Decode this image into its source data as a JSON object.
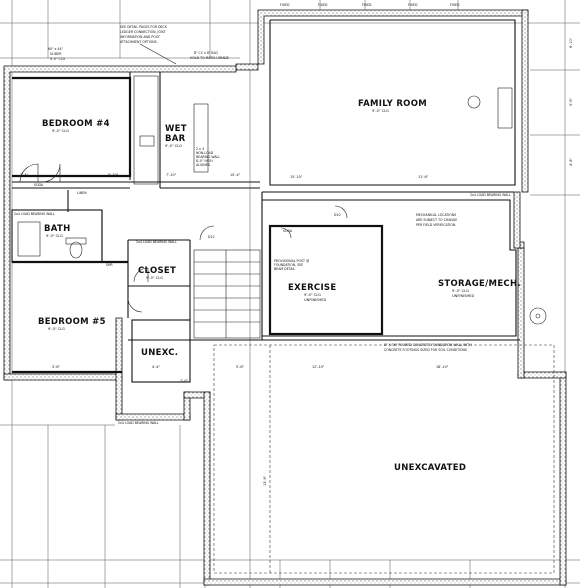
{
  "rooms": {
    "family_room": {
      "name": "FAMILY ROOM",
      "size": "9'-0\" CLG"
    },
    "bedroom4": {
      "name": "BEDROOM #4",
      "size": "9'-0\" CLG"
    },
    "wet_bar": {
      "name": "WET BAR",
      "size": "9'-0\" CLG"
    },
    "bath": {
      "name": "BATH",
      "size": "9'-0\" CLG"
    },
    "closet": {
      "name": "CLOSET",
      "size": "9'-0\" CLG"
    },
    "bedroom5": {
      "name": "BEDROOM #5",
      "size": "9'-0\" CLG"
    },
    "unexc_small": {
      "name": "UNEXC."
    },
    "exercise": {
      "name": "EXERCISE",
      "size": "9'-0\" CLG",
      "note": "UNFINISHED"
    },
    "storage": {
      "name": "STORAGE/MECH.",
      "size": "9'-0\" CLG",
      "note": "UNFINISHED"
    },
    "unexcavated": {
      "name": "UNEXCAVATED"
    }
  },
  "notes": {
    "detail": [
      "SEE DETAIL PAGES FOR DECK",
      "LEDGER CONNECTION, JOIST",
      "INFORMATION AND POST",
      "ATTACHMENT OPTIONS."
    ],
    "grade": [
      "8\" CC x 8\" BLD",
      "HOLD TO MATCH GRADE"
    ],
    "window_top": [
      "60\" x 44\"",
      "SLIDER",
      "9'-0\" CLG"
    ],
    "mechanical": [
      "MECHANICAL LOCATIONS",
      "ARE SUBJECT TO CHANGE",
      "PER FIELD VERIFICATION."
    ],
    "foundation": [
      "8\" X 36\" POURED CONCRETE FOUNDATION WALL WITH",
      "CONCRETE FOOTINGS SIZED FOR SOIL CONDITIONS"
    ],
    "bearing_wall_1": "2x4 LOAD BEARING WALL",
    "bearing_wall_2": "2x4 LOAD BEARING WALL",
    "bearing_wall_3": "2x4 LOAD BEARING WALL",
    "bearing_wall_4": "2x4 LOAD BEARING WALL",
    "stair_note": [
      "PROVISIONAL POST @",
      "FOUNDATION, SEE",
      "BEAM DETAIL"
    ],
    "wetbar_note": [
      "2 x 4",
      "NON-LOAD",
      "BEARING WALL",
      "8'-0\" HIGH",
      "ALIGNED"
    ],
    "linen": "LINEN",
    "soda_1": "SODA",
    "soda_2": "SODA",
    "shr": "SHR",
    "fixed": [
      "FIXED",
      "FIXED",
      "FIXED",
      "FIXED",
      "FIXED"
    ]
  },
  "dimensions": {
    "right_top": "6'-10\"",
    "right_mid": "5'-6\"",
    "right_low": "4'-8\"",
    "d1": "3'-4\"",
    "d2": "5'-10\"",
    "d3": "7'-10\"",
    "d4": "10'-4\"",
    "d5": "15'-10\"",
    "d6": "11'-6\"",
    "d7": "3'-8\"",
    "d8": "4'-4\"",
    "d9": "5'-6\"",
    "d10": "12'-10\"",
    "d11": "2'-0\"",
    "d12": "13'-8\"",
    "d13": "18'-10\""
  },
  "symbols": {
    "d10": "D10",
    "d12": "D12"
  }
}
